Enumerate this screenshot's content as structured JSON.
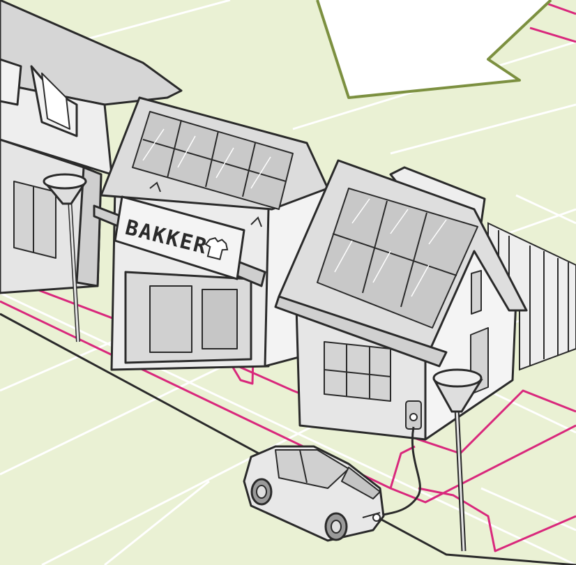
{
  "illustration": {
    "bakery_sign": {
      "text": "BAKKER"
    }
  },
  "colors": {
    "ground": "#eaf1d4",
    "street_grid_lines": "#ffffff",
    "power_cable": "#d9287c",
    "house_wall": "#e9e9e9",
    "roof": "#dcdcdc",
    "solar_panel": "#c9c9c9",
    "speech_bubble_outline": "#7c9040",
    "ink": "#2a2a2a"
  },
  "icons": [
    "speech-bubble",
    "solar-panel",
    "street-lamp",
    "ev-charger",
    "electric-car",
    "shirt-icon"
  ]
}
